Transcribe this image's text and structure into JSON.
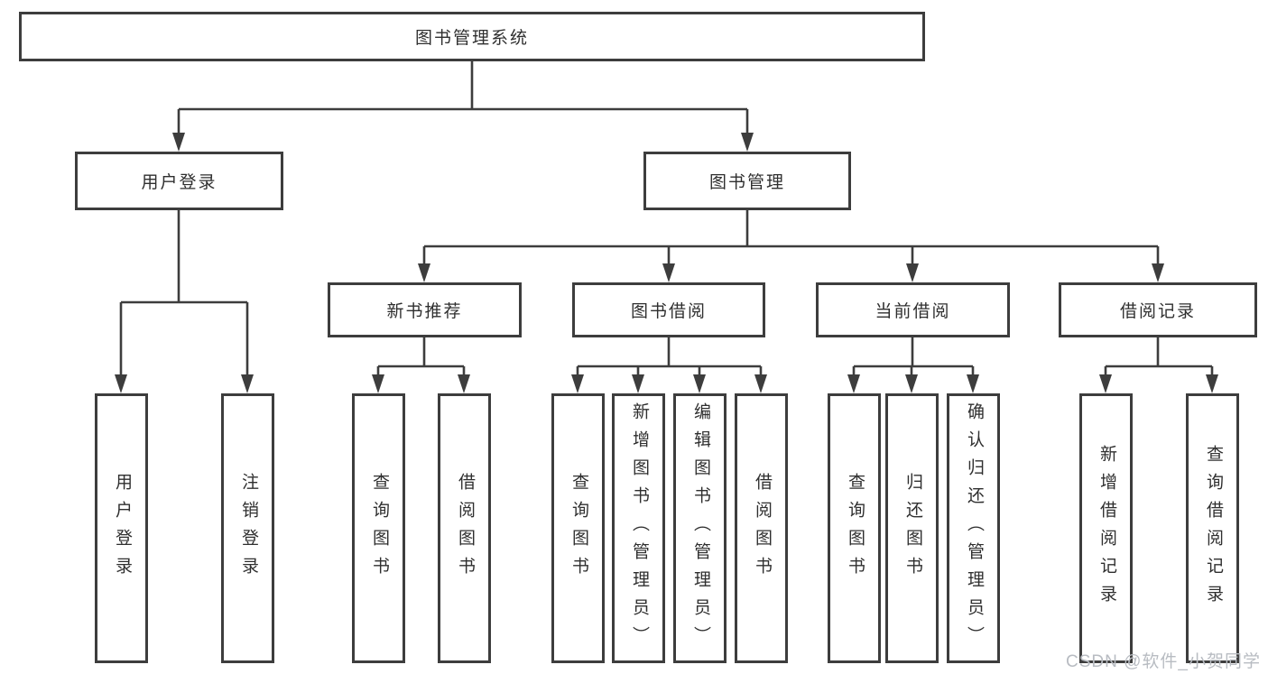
{
  "diagram": {
    "title": "图书管理系统",
    "level2": {
      "user_login": "用户登录",
      "book_mgmt": "图书管理"
    },
    "level3": {
      "new_books": "新书推荐",
      "book_borrow": "图书借阅",
      "current_borrow": "当前借阅",
      "borrow_records": "借阅记录"
    },
    "leaves": {
      "user": [
        "用户登录",
        "注销登录"
      ],
      "new_books": [
        "查询图书",
        "借阅图书"
      ],
      "book_borrow": [
        "查询图书",
        "新增图书（管理员）",
        "编辑图书（管理员）",
        "借阅图书"
      ],
      "current_borrow": [
        "查询图书",
        "归还图书",
        "确认归还（管理员）"
      ],
      "borrow_records": [
        "新增借阅记录",
        "查询借阅记录"
      ]
    },
    "watermark": "CSDN @软件_小贺同学",
    "colors": {
      "line": "#3d3d3d",
      "text": "#2f2f2f",
      "watermark": "#b8bcc2",
      "background": "#ffffff"
    }
  }
}
